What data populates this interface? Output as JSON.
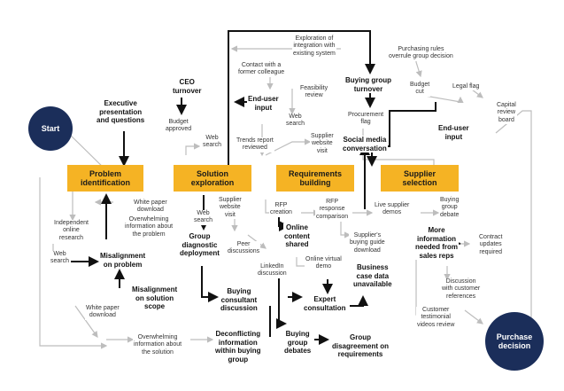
{
  "start": "Start",
  "end": "Purchase\ndecision",
  "stages": {
    "problem": "Problem\nidentification",
    "solution": "Solution\nexploration",
    "requirements": "Requirements\nbuilding",
    "supplier": "Supplier\nselection"
  },
  "labels": {
    "ceo_turnover": "CEO\nturnover",
    "exec_presentation": "Executive\npresentation\nand questions",
    "budget_approved": "Budget\napproved",
    "web_search_top": "Web\nsearch",
    "trends_report": "Trends report\nreviewed",
    "exploration_integration": "Exploration of\nintegration with\nexisting system",
    "contact_colleague": "Contact with a\nformer colleague",
    "end_user_input_left": "End-user\ninput",
    "feasibility_review": "Feasibility\nreview",
    "web_search_mid": "Web\nsearch",
    "supplier_website_visit_top": "Supplier\nwebsite\nvisit",
    "buying_group_turnover": "Buying group\nturnover",
    "purchasing_rules": "Purchasing rules\noverrule group decision",
    "budget_cut": "Budget\ncut",
    "legal_flag": "Legal flag",
    "procurement_flag": "Procurement\nflag",
    "end_user_input_right": "End-user\ninput",
    "social_media": "Social media\nconversation",
    "capital_review": "Capital\nreview\nboard",
    "white_paper_top": "White paper\ndownload",
    "overwhelming_top": "Overwhelming\ninformation about\nthe problem",
    "web_search_left2": "Web\nsearch",
    "supplier_website_visit_mid": "Supplier\nwebsite\nvisit",
    "rfp_creation": "RFP\ncreation",
    "rfp_comparison": "RFP\nresponse\ncomparison",
    "live_demos": "Live supplier\ndemos",
    "buying_group_debate": "Buying\ngroup\ndebate",
    "independent_research": "Independent\nonline\nresearch",
    "web_search_left": "Web\nsearch",
    "misalignment_problem": "Misalignment\non problem",
    "group_diagnostic": "Group\ndiagnostic\ndeployment",
    "peer_discussions": "Peer\ndiscussions",
    "online_content": "Online\ncontent\nshared",
    "supplier_guide": "Supplier's\nbuying guide\ndownload",
    "more_info": "More\ninformation\nneeded from\nsales reps",
    "contract_updates": "Contract\nupdates\nrequired",
    "linkedin": "LinkedIn\ndiscussion",
    "online_virtual_demo": "Online virtual\ndemo",
    "business_case": "Business\ncase data\nunavailable",
    "misalignment_scope": "Misalignment\non solution\nscope",
    "buying_consultant": "Buying\nconsultant\ndiscussion",
    "expert_consultation": "Expert\nconsultation",
    "discussion_references": "Discussion\nwith customer\nreferences",
    "white_paper_bottom": "White paper\ndownload",
    "testimonial_videos": "Customer\ntestimonial\nvideos review",
    "overwhelming_bottom": "Overwhelming\ninformation about\nthe solution",
    "deconflicting": "Deconflicting\ninformation\nwithin buying\ngroup",
    "buying_group_debates": "Buying\ngroup\ndebates",
    "group_disagreement": "Group\ndisagreement on\nrequirements"
  },
  "colors": {
    "navy": "#1b2e5a",
    "gold": "#f5b324",
    "light_line": "#bdbdbd",
    "dark_line": "#111111"
  }
}
